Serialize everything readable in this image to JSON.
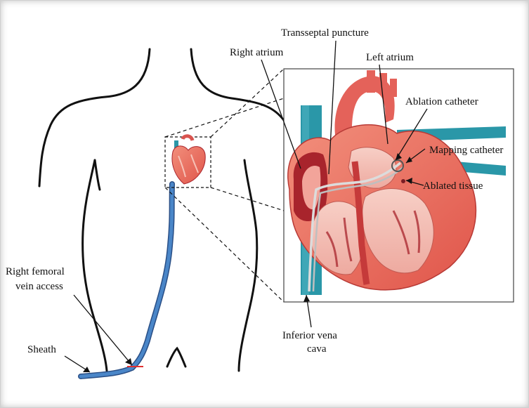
{
  "labels": {
    "transseptal_puncture": "Transseptal puncture",
    "right_atrium": "Right atrium",
    "left_atrium": "Left atrium",
    "ablation_catheter": "Ablation catheter",
    "mapping_catheter": "Mapping catheter",
    "ablated_tissue": "Ablated tissue",
    "right_femoral_line1": "Right femoral",
    "right_femoral_line2": "vein access",
    "sheath": "Sheath",
    "ivc_line1": "Inferior vena",
    "ivc_line2": "cava"
  },
  "colors": {
    "outline": "#111111",
    "catheter_blue": "#4a86c8",
    "vein_teal": "#2a97a8",
    "heart_red": "#d9544f",
    "heart_pink": "#f08a78",
    "heart_dark": "#a8242c",
    "heart_light": "#f6c1b6",
    "femoral_mark": "#e03030"
  }
}
